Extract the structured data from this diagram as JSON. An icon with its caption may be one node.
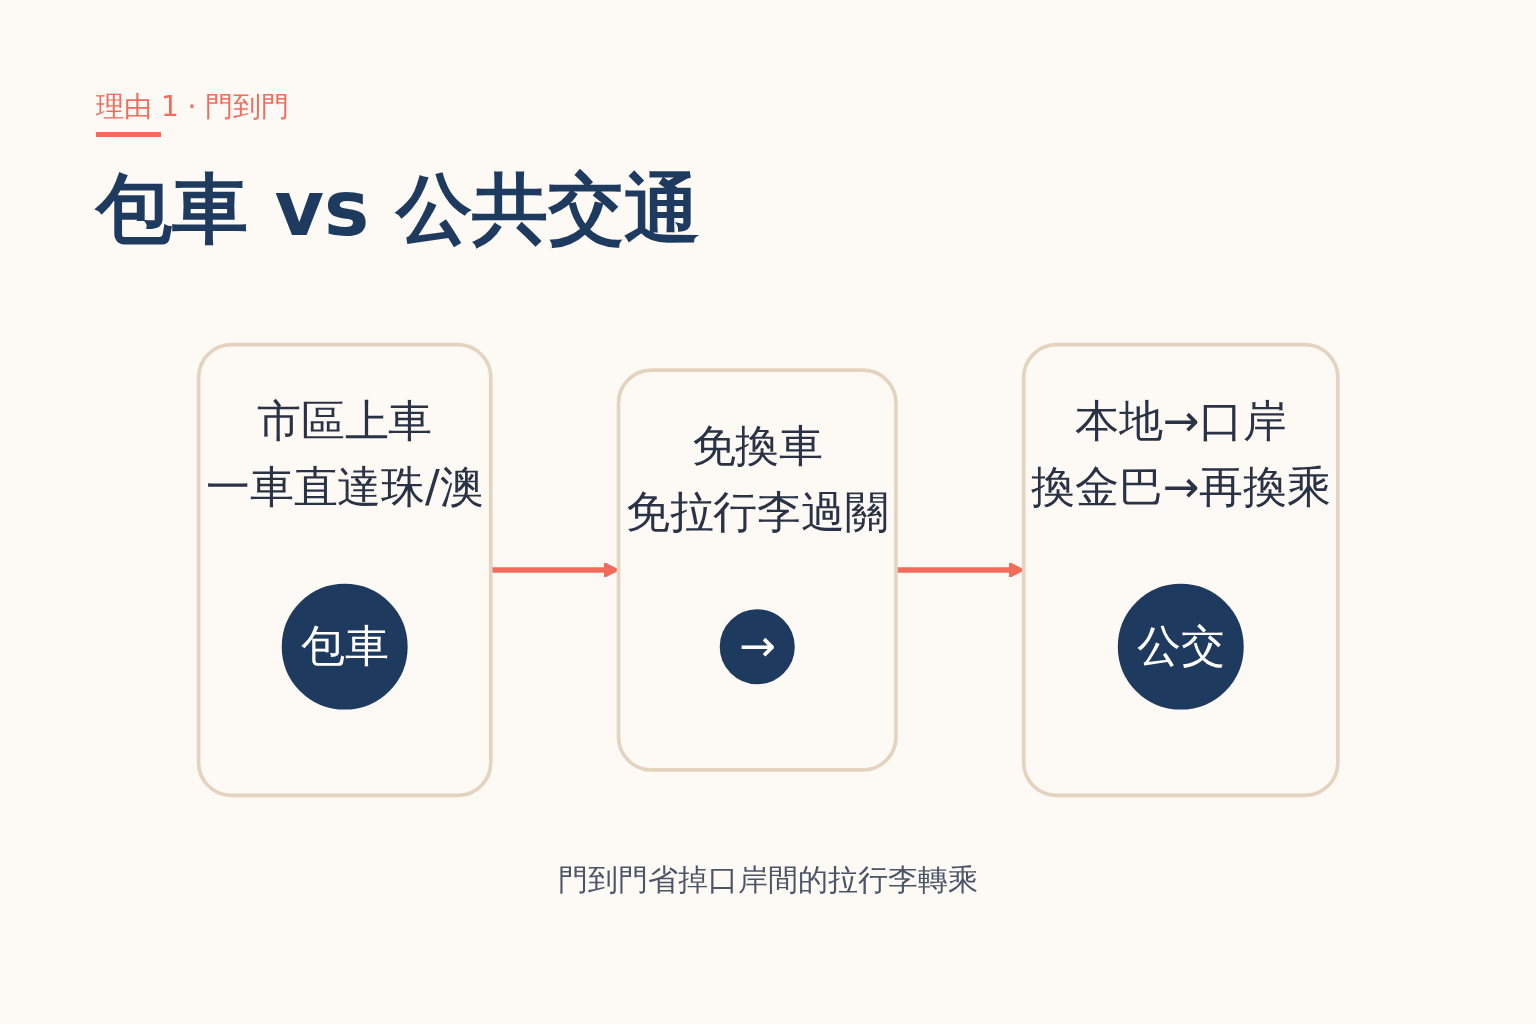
{
  "diagram": {
    "title": "包車 vs 公共交通",
    "caption": "門到門省掉口岸間的拉行李轉乘",
    "nodes": [
      {
        "text": [
          "市區上車",
          "一車直達珠/澳"
        ]
      },
      {
        "text": [
          "包車"
        ],
        "in": 0
      },
      {
        "text": [
          "免換車",
          "免拉行李過關"
        ]
      },
      {
        "text": [
          "→"
        ],
        "in": 2
      },
      {
        "text": [
          "本地→口岸",
          "換金巴→再換乘"
        ]
      },
      {
        "text": [
          "公交"
        ],
        "in": 4
      }
    ],
    "edges": [
      {
        "from": 0,
        "to": 2,
        "arrow": "to"
      },
      {
        "from": 2,
        "to": 4,
        "arrow": "to"
      }
    ],
    "labels": [
      "理由 1 · 門到門"
    ]
  }
}
